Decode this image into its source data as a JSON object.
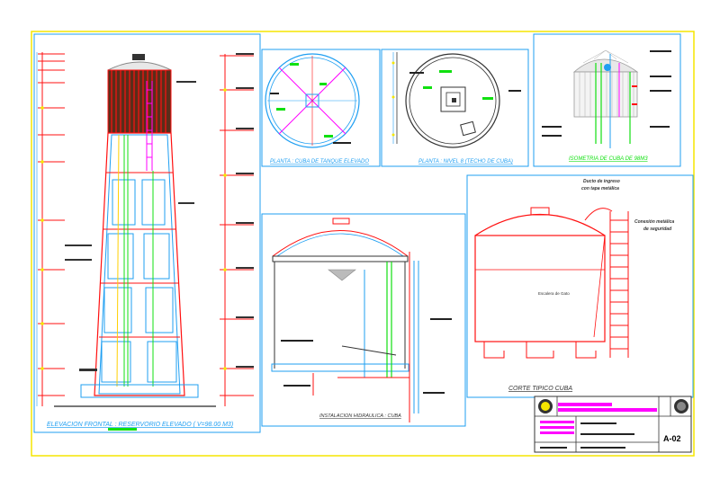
{
  "sheet": {
    "frame_color": "#f5e600",
    "line_color": "#1f9ff2",
    "accent_red": "#ff1010",
    "accent_green": "#10e010",
    "accent_magenta": "#ff00ff"
  },
  "views": {
    "elevation_title": "ELEVACION FRONTAL : RESERVORIO ELEVADO  ( V=98.00 M3)",
    "plan_tank_title": "PLANTA : CUBA DE TANQUE ELEVADO",
    "plan_roof_title": "PLANTA : NIVEL 8 (TECHO DE CUBA)",
    "isometric_title": "ISOMETRIA DE CUBA DE 98M3",
    "hydraulic_title": "INSTALACION HIDRAULICA : CUBA",
    "section_title": "CORTE TIPICO CUBA"
  },
  "section_notes": {
    "note_1_line_1": "Ducto de ingreso",
    "note_1_line_2": "con tapa metálica",
    "note_2_line_1": "Conexión metálica",
    "note_2_line_2": "de seguridad",
    "water_level": "Escalera de Gato"
  },
  "title_block": {
    "sheet_code": "A-02"
  }
}
